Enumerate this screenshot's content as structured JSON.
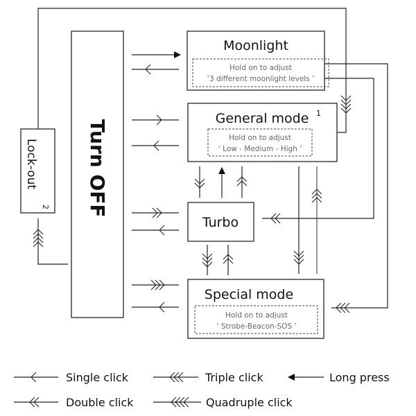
{
  "nodes": {
    "moonlight": {
      "title": "Moonlight",
      "hint": "Hold on to adjust",
      "levels": "‘3 different moonlight levels ’"
    },
    "general": {
      "title": "General mode",
      "footnote": "1",
      "hint": "Hold on to adjust",
      "levels": "‘ Low - Medium  - High ’"
    },
    "turbo": {
      "title": "Turbo"
    },
    "special": {
      "title": "Special mode",
      "hint": "Hold on to adjust",
      "levels": "‘  Strobe-Beacon-SOS  ’"
    },
    "turn_off": {
      "title": "Turn OFF"
    },
    "lockout": {
      "title": "Lock-out",
      "footnote": "2"
    }
  },
  "legend": {
    "single": "Single click",
    "double": "Double click",
    "triple": "Triple click",
    "quadruple": "Quadruple click",
    "long_press": "Long press"
  },
  "transitions": [
    {
      "from": "Turn OFF",
      "to": "Moonlight",
      "action": "Long press"
    },
    {
      "from": "Moonlight",
      "to": "Turn OFF",
      "action": "Single click"
    },
    {
      "from": "Turn OFF",
      "to": "General mode",
      "action": "Single click"
    },
    {
      "from": "General mode",
      "to": "Turn OFF",
      "action": "Single click"
    },
    {
      "from": "Turn OFF",
      "to": "Turbo",
      "action": "Double click"
    },
    {
      "from": "Turbo",
      "to": "Turn OFF",
      "action": "Single click"
    },
    {
      "from": "Turn OFF",
      "to": "Special mode",
      "action": "Triple click"
    },
    {
      "from": "Special mode",
      "to": "Turn OFF",
      "action": "Single click"
    },
    {
      "from": "Turn OFF",
      "to": "Lock-out",
      "action": "Quadruple click"
    },
    {
      "from": "Lock-out",
      "to": "General mode",
      "action": "Quadruple click"
    },
    {
      "from": "General mode",
      "to": "Turbo",
      "action": "Double click"
    },
    {
      "from": "Turbo",
      "to": "General mode",
      "action": "Long press"
    },
    {
      "from": "Turbo",
      "to": "General mode",
      "action": "Double click"
    },
    {
      "from": "Turbo",
      "to": "Special mode",
      "action": "Triple click"
    },
    {
      "from": "Special mode",
      "to": "Turbo",
      "action": "Double click"
    },
    {
      "from": "General mode",
      "to": "Special mode",
      "action": "Triple click"
    },
    {
      "from": "Special mode",
      "to": "General mode",
      "action": "Triple click"
    },
    {
      "from": "Moonlight",
      "to": "Turbo",
      "action": "Double click"
    },
    {
      "from": "Moonlight",
      "to": "Special mode",
      "action": "Triple click"
    }
  ]
}
